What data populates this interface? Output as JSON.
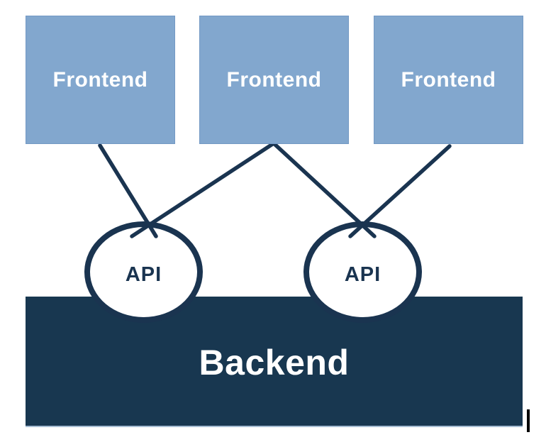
{
  "colors": {
    "frontend_fill": "#82a7ce",
    "frontend_border": "#7399c4",
    "backend_fill": "#183750",
    "backend_border": "#a6bdd3",
    "node_stroke": "#1a3450",
    "label_light": "#ffffff",
    "cursor_color": "#000000"
  },
  "frontend_boxes": [
    {
      "label": "Frontend"
    },
    {
      "label": "Frontend"
    },
    {
      "label": "Frontend"
    }
  ],
  "api_nodes": [
    {
      "label": "API"
    },
    {
      "label": "API"
    }
  ],
  "backend": {
    "label": "Backend"
  }
}
